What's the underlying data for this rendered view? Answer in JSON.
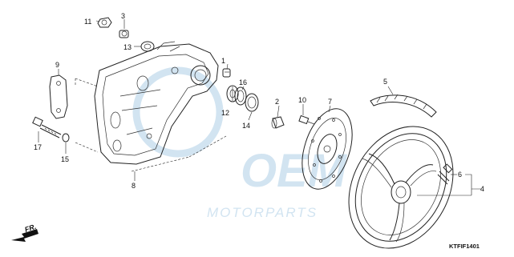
{
  "diagram": {
    "callouts": [
      {
        "id": "c1",
        "label": "1"
      },
      {
        "id": "c2",
        "label": "2"
      },
      {
        "id": "c3",
        "label": "3"
      },
      {
        "id": "c4",
        "label": "4"
      },
      {
        "id": "c5",
        "label": "5"
      },
      {
        "id": "c6",
        "label": "6"
      },
      {
        "id": "c7",
        "label": "7"
      },
      {
        "id": "c8",
        "label": "8"
      },
      {
        "id": "c9",
        "label": "9"
      },
      {
        "id": "c10",
        "label": "10"
      },
      {
        "id": "c11",
        "label": "11"
      },
      {
        "id": "c12",
        "label": "12"
      },
      {
        "id": "c13",
        "label": "13"
      },
      {
        "id": "c14",
        "label": "14"
      },
      {
        "id": "c15",
        "label": "15"
      },
      {
        "id": "c16",
        "label": "16"
      },
      {
        "id": "c17",
        "label": "17"
      }
    ],
    "figure_code": "KTFIF1401",
    "direction_label": "FR.",
    "watermark": {
      "brand": "OEM",
      "subtitle": "MOTORPARTS"
    },
    "colors": {
      "line": "#222222",
      "watermark": "#d2e4f1",
      "background": "#ffffff"
    }
  }
}
